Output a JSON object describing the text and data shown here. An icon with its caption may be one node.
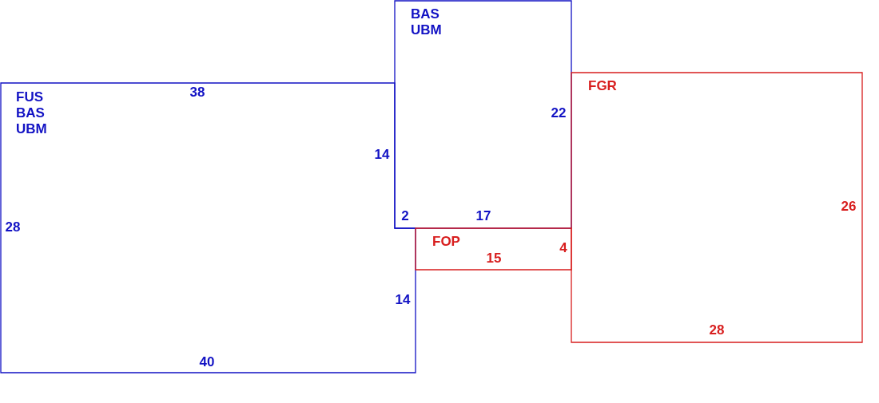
{
  "diagram": {
    "nodes": [
      {
        "text": [
          "FUS",
          "BAS",
          "UBM",
          "38",
          "14",
          "14",
          "40",
          "28"
        ]
      },
      {
        "text": [
          "BAS",
          "UBM",
          "22",
          "2",
          "17"
        ]
      },
      {
        "text": [
          "FGR",
          "26",
          "28"
        ]
      },
      {
        "text": [
          "FOP",
          "15",
          "4"
        ]
      }
    ]
  }
}
